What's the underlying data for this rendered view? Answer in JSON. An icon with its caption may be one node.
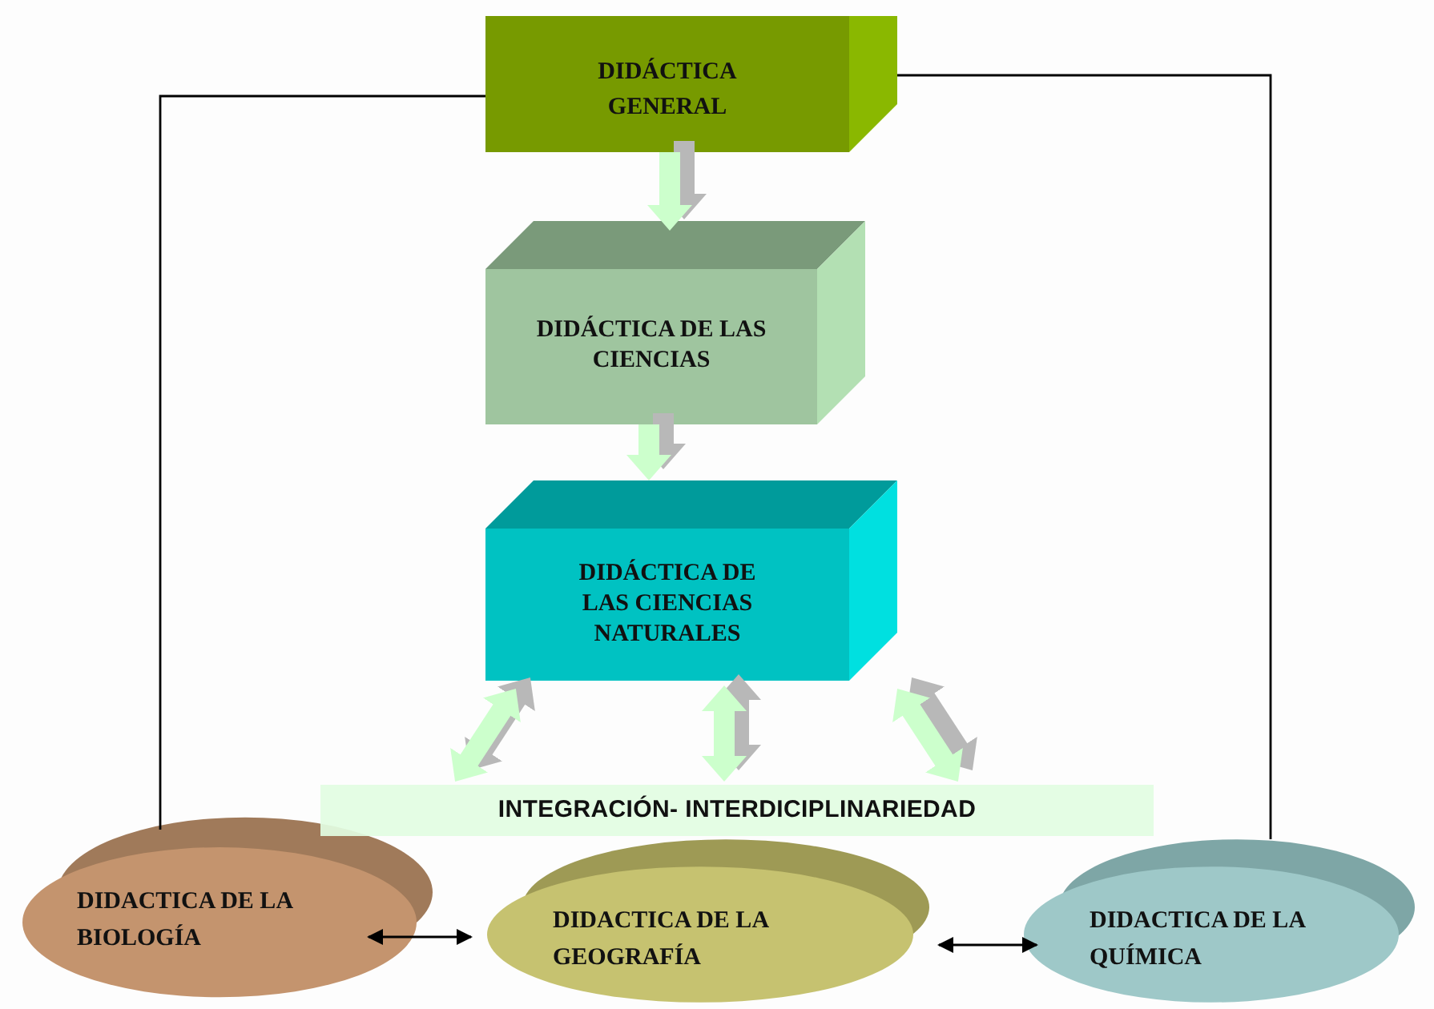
{
  "diagram": {
    "nodes": [
      {
        "text": [
          "DIDÁCTICA GENERAL"
        ]
      },
      {
        "text": [
          "DIDÁCTICA DE LAS CIENCIAS"
        ]
      },
      {
        "text": [
          "DIDÁCTICA DE LAS CIENCIAS NATURALES"
        ]
      },
      {
        "text": [
          "INTEGRACIÓN- INTERDICIPLINARIEDAD"
        ]
      },
      {
        "text": [
          "DIDACTICA DE LA BIOLOGÍA"
        ]
      },
      {
        "text": [
          "DIDACTICA DE LA GEOGRAFÍA"
        ]
      },
      {
        "text": [
          "DIDACTICA DE LA QUÍMICA"
        ]
      }
    ],
    "edges": [
      {
        "from": 0,
        "to": 1,
        "arrow": "to"
      },
      {
        "from": 1,
        "to": 2,
        "arrow": "to"
      },
      {
        "from": 2,
        "to": 3,
        "arrow": "both"
      },
      {
        "from": 2,
        "to": 3,
        "arrow": "both"
      },
      {
        "from": 2,
        "to": 3,
        "arrow": "both"
      },
      {
        "from": 0,
        "to": 4,
        "arrow": "none",
        "color": "#000000"
      },
      {
        "from": 0,
        "to": 6,
        "arrow": "none",
        "color": "#000000"
      },
      {
        "from": 4,
        "to": 5,
        "arrow": "both",
        "color": "#000000"
      },
      {
        "from": 5,
        "to": 6,
        "arrow": "both",
        "color": "#000000"
      }
    ]
  }
}
